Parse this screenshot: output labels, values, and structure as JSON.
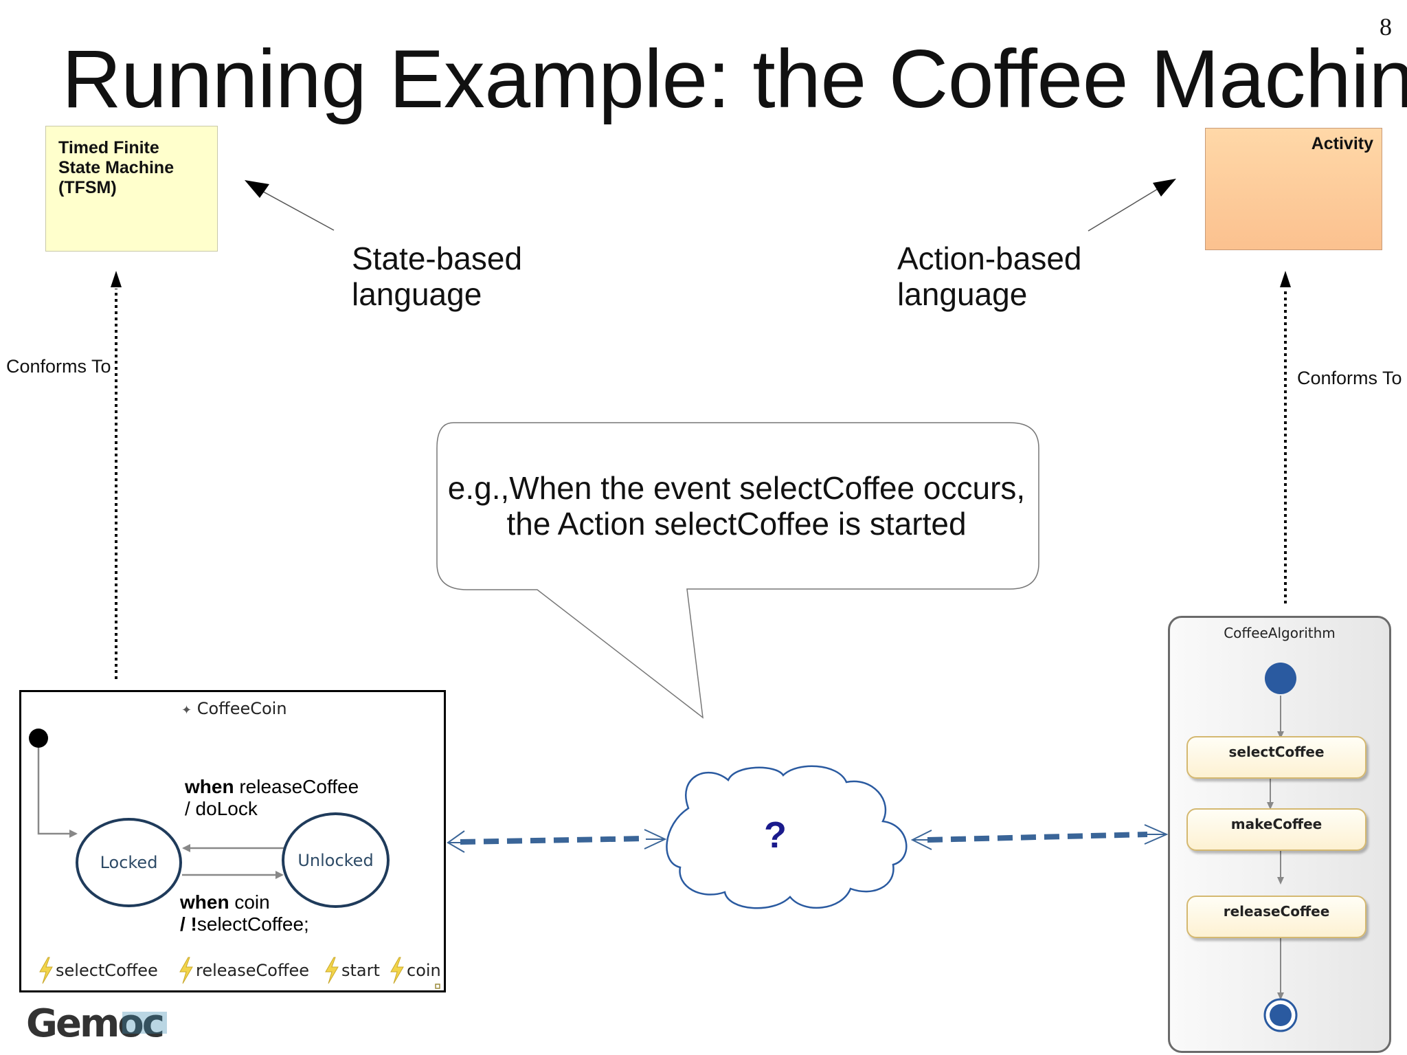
{
  "slide_number": "8",
  "title": "Running Example: the Coffee Machine",
  "tfsm_box": {
    "lines": [
      "Timed Finite",
      "State Machine",
      "(TFSM)"
    ]
  },
  "activity_box": {
    "label": "Activity"
  },
  "state_label": {
    "line1": "State-based",
    "line2": "language"
  },
  "action_label": {
    "line1": "Action-based",
    "line2": "language"
  },
  "conforms_left": "Conforms To",
  "conforms_right": "Conforms To",
  "callout": {
    "line1": "e.g.,When the event selectCoffee occurs,",
    "line2": "the Action selectCoffee is started"
  },
  "cloud_label": "?",
  "tfsm_model": {
    "title": "CoffeeCoin",
    "title_icon": "star-icon",
    "states": {
      "locked": "Locked",
      "unlocked": "Unlocked"
    },
    "transition_top": {
      "keyword": "when",
      "event": " releaseCoffee",
      "action": "/ doLock"
    },
    "transition_bottom": {
      "keyword": "when",
      "event": " coin",
      "action_prefix": "/ !",
      "action": "selectCoffee;"
    },
    "events": [
      "selectCoffee",
      "releaseCoffee",
      "start",
      "coin"
    ],
    "event_icon": "lightning-icon"
  },
  "activity_model": {
    "title": "CoffeeAlgorithm",
    "actions": [
      "selectCoffee",
      "makeCoffee",
      "releaseCoffee"
    ]
  },
  "logo_text": "Gemoc",
  "colors": {
    "tfsm_box": "#ffffcc",
    "activity_box": "#fcc896",
    "state_border": "#1f3b5b",
    "link_dash": "#3a6598",
    "node_blue": "#2a5aa0",
    "cloud_stroke": "#2a5aa0"
  }
}
